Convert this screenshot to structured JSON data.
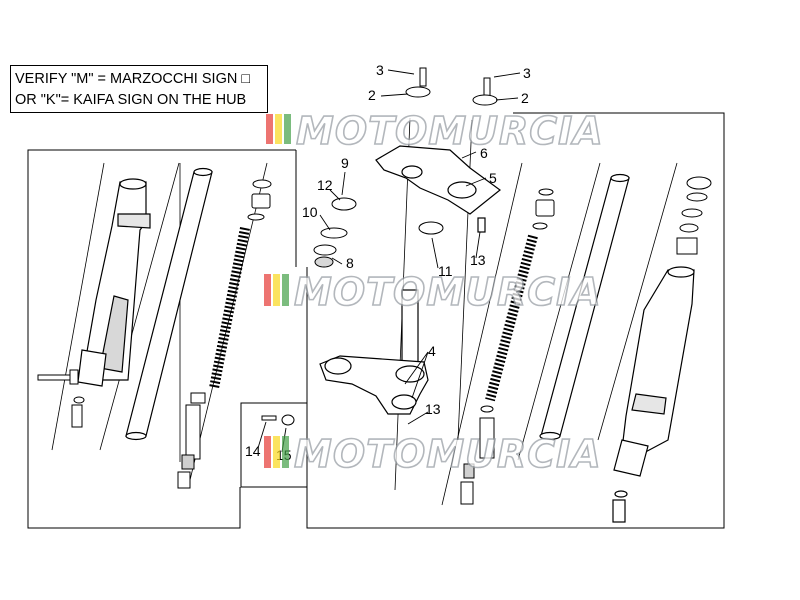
{
  "note": {
    "line1": "VERIFY \"M\" = MARZOCCHI SIGN □",
    "line2": "OR \"K\"= KAIFA SIGN ON THE HUB"
  },
  "watermark": {
    "text": "MOTOMURCIA",
    "stripe_colors": [
      "#e53935",
      "#f9d71c",
      "#43a047"
    ]
  },
  "callouts": {
    "c3_left": "3",
    "c3_right": "3",
    "c2_left": "2",
    "c2_right": "2",
    "c6": "6",
    "c5": "5",
    "c9": "9",
    "c12": "12",
    "c10": "10",
    "c8": "8",
    "c11": "11",
    "c13_top": "13",
    "c4": "4",
    "c13_bottom": "13",
    "c14": "14",
    "c15": "15"
  }
}
